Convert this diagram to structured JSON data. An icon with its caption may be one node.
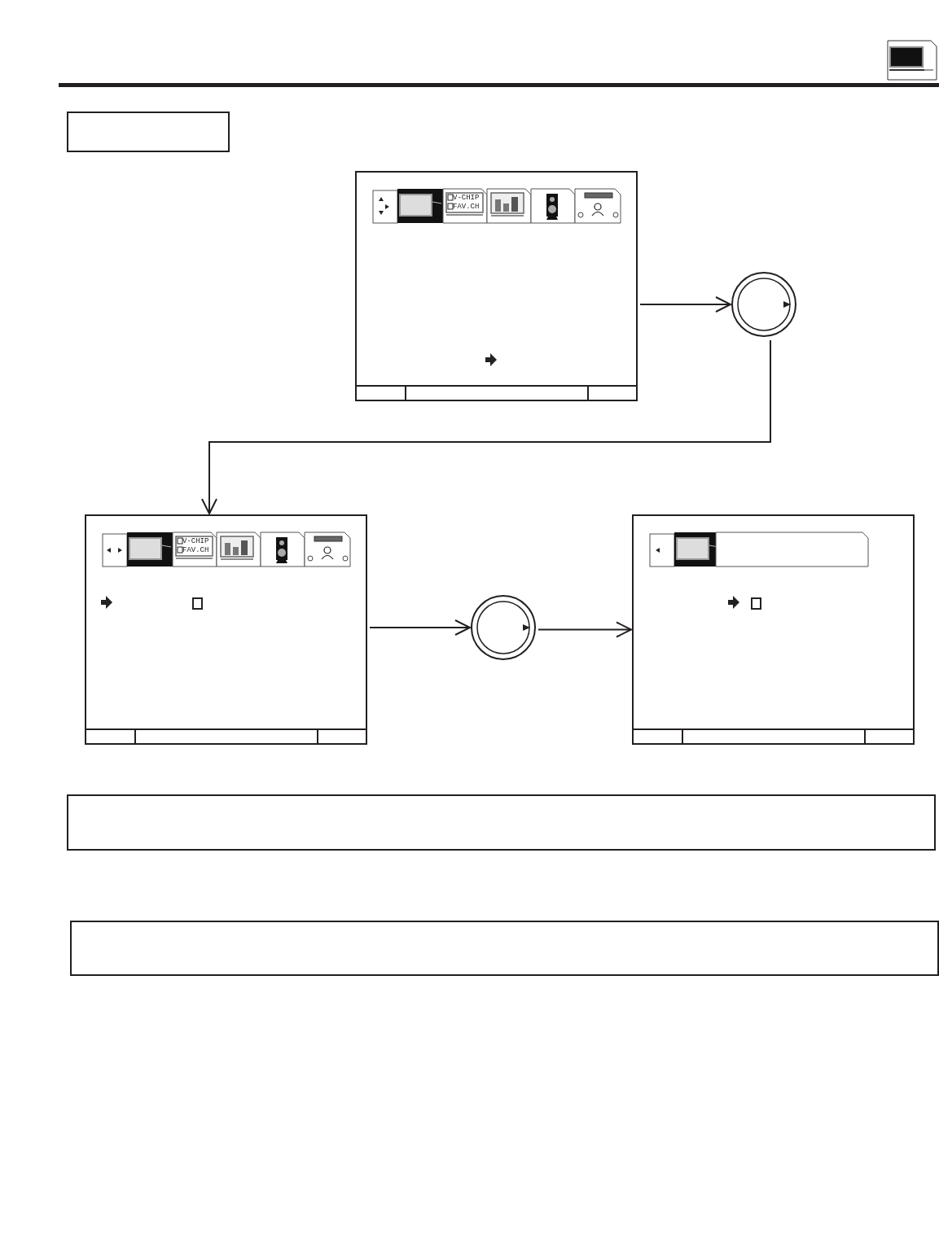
{
  "diagram": {
    "nodes": [
      {
        "text": [],
        "shape": "box"
      },
      {
        "text": [],
        "shape": "circle"
      },
      {
        "text": [],
        "shape": "box"
      },
      {
        "text": [],
        "shape": "circle"
      },
      {
        "text": [],
        "shape": "box"
      }
    ],
    "edges": [
      {
        "from": 0,
        "to": 1,
        "arrow": "to"
      },
      {
        "from": 1,
        "to": 2,
        "arrow": "to"
      },
      {
        "from": 2,
        "to": 3,
        "arrow": "to"
      },
      {
        "from": 3,
        "to": 4,
        "arrow": "to"
      }
    ],
    "labels": [
      "V-CHIP",
      "FAV.CH",
      "V-CHIP",
      "FAV.CH"
    ]
  }
}
